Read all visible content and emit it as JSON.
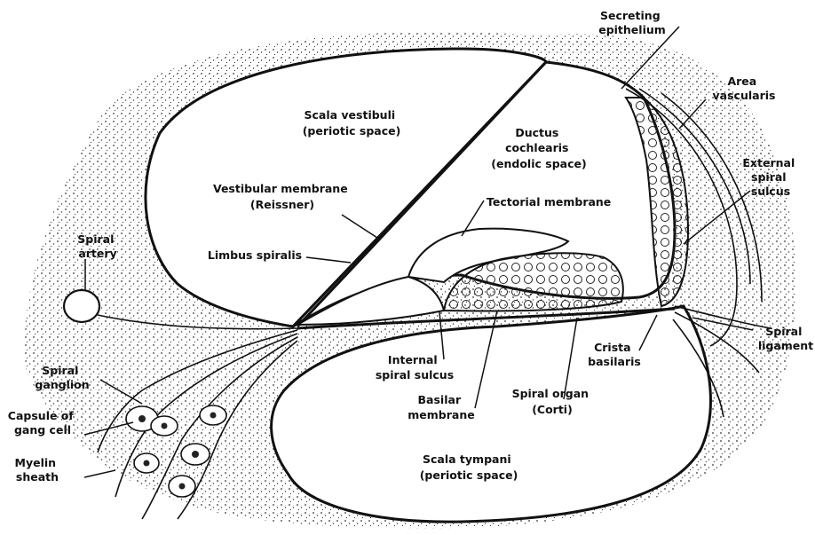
{
  "diagram": {
    "regions": {
      "scala_vestibuli": [
        "Scala vestibuli",
        "(periotic space)"
      ],
      "ductus_cochlearis": [
        "Ductus",
        "cochlearis",
        "(endolic space)"
      ],
      "scala_tympani": [
        "Scala tympani",
        "(periotic space)"
      ]
    },
    "labels": {
      "secreting_epithelium": [
        "Secreting",
        "epithelium"
      ],
      "area_vascularis": [
        "Area",
        "vascularis"
      ],
      "external_spiral_sulcus": [
        "External",
        "spiral",
        "sulcus"
      ],
      "vestibular_membrane": [
        "Vestibular membrane",
        "(Reissner)"
      ],
      "tectorial_membrane": [
        "Tectorial membrane"
      ],
      "spiral_artery": [
        "Spiral",
        "artery"
      ],
      "limbus_spiralis": [
        "Limbus spiralis"
      ],
      "spiral_ligament": [
        "Spiral",
        "ligament"
      ],
      "crista_basilaris": [
        "Crista",
        "basilaris"
      ],
      "internal_spiral_sulcus": [
        "Internal",
        "spiral sulcus"
      ],
      "spiral_ganglion": [
        "Spiral",
        "ganglion"
      ],
      "basilar_membrane": [
        "Basilar",
        "membrane"
      ],
      "spiral_organ": [
        "Spiral organ",
        "(Corti)"
      ],
      "capsule_gang_cell": [
        "Capsule of",
        "gang cell"
      ],
      "myelin_sheath": [
        "Myelin",
        "sheath"
      ]
    }
  }
}
